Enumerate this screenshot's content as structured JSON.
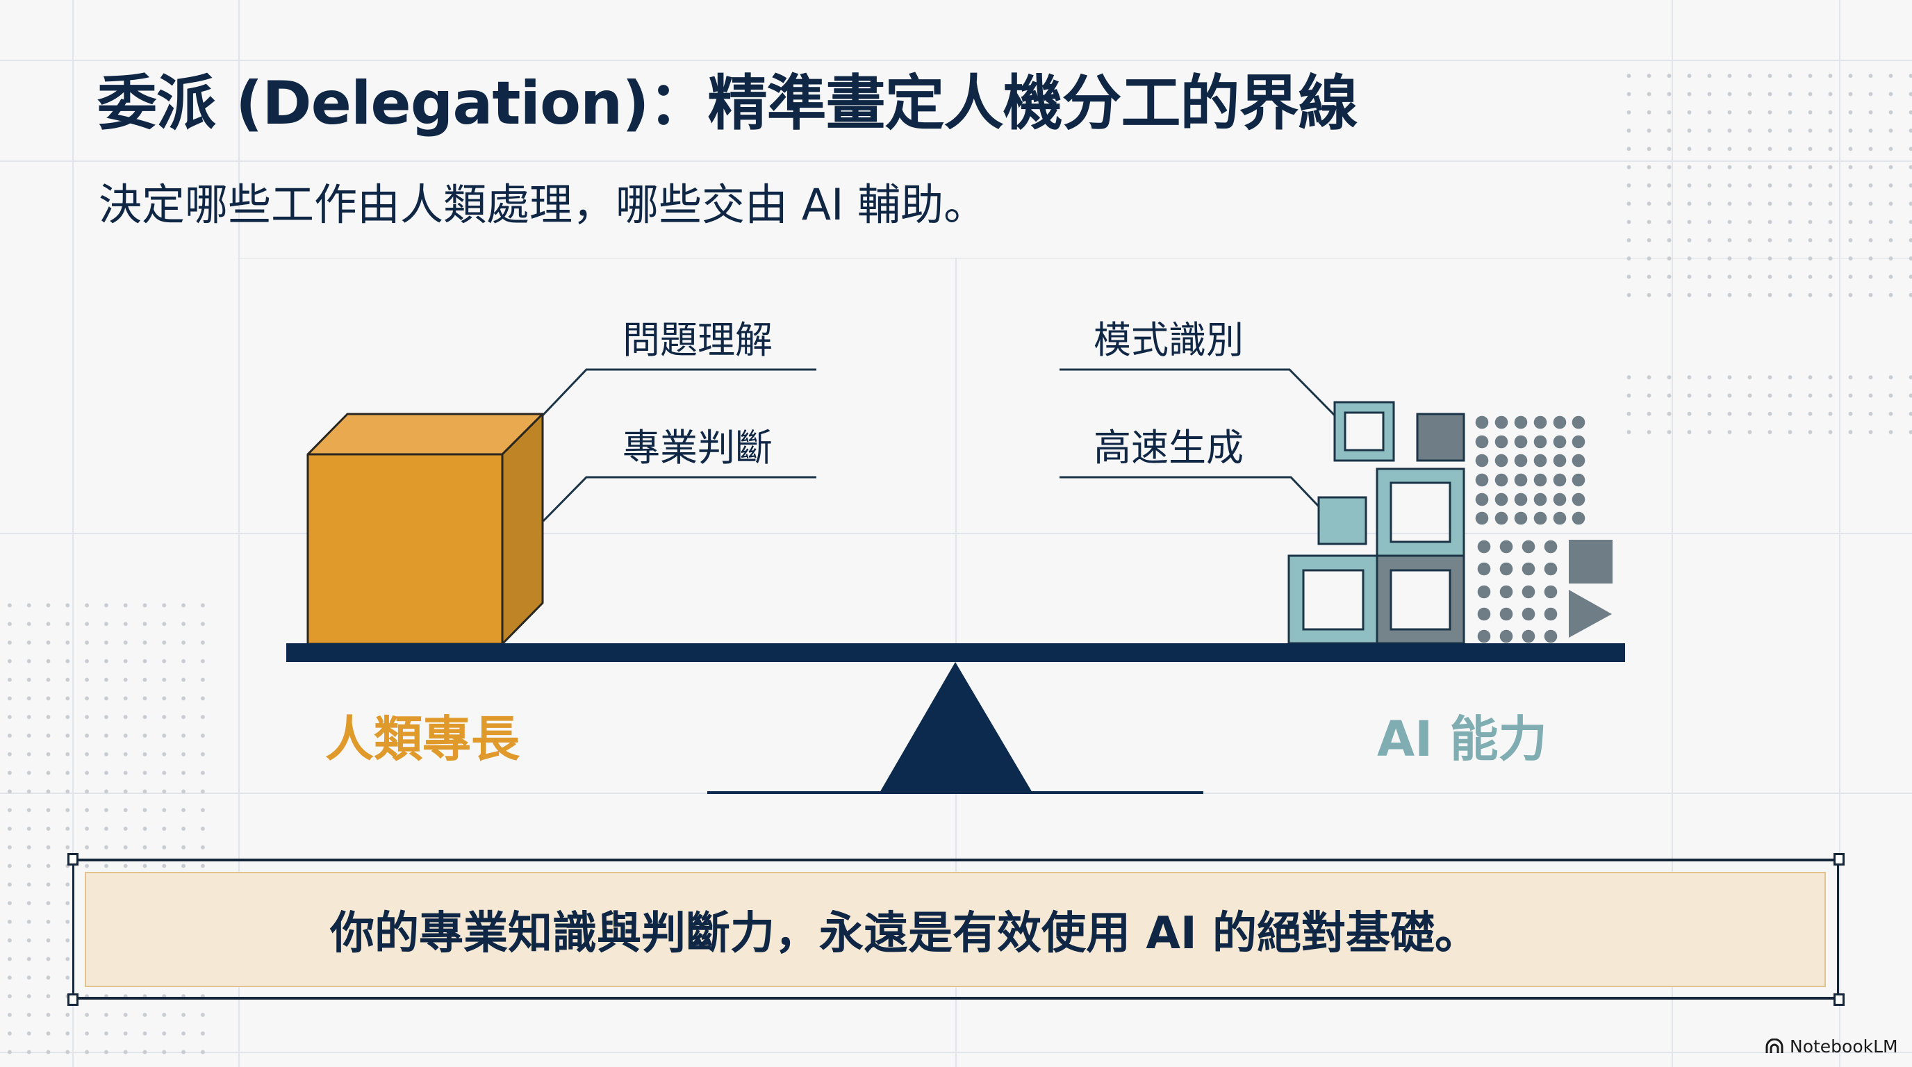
{
  "slide": {
    "title": "委派 (Delegation)：精準畫定人機分工的界線",
    "subtitle": "決定哪些工作由人類處理，哪些交由 AI 輔助。"
  },
  "diagram": {
    "type": "balance-scale",
    "left_side": {
      "label": "人類專長",
      "color": "#e09a2c",
      "callouts": [
        "問題理解",
        "專業判斷"
      ],
      "object": "orange-cube"
    },
    "right_side": {
      "label": "AI 能力",
      "color": "#7fadb2",
      "callouts": [
        "模式識別",
        "高速生成"
      ],
      "object": "stack-of-blocks-dots-and-arrow"
    },
    "colors": {
      "beam": "#0c2a4d",
      "cube_front": "#e09a2c",
      "cube_top": "#e8a94f",
      "cube_side": "#bf8426",
      "teal_block": "#8fbfc2",
      "gray_block": "#6f7d86",
      "outline": "#1b3447"
    }
  },
  "banner": {
    "text": "你的專業知識與判斷力，永遠是有效使用 AI 的絕對基礎。",
    "fill": "#f5e8d4",
    "border": "#e2c28f"
  },
  "brand": {
    "icon": "notebooklm-logo-icon",
    "label": "NotebookLM"
  }
}
